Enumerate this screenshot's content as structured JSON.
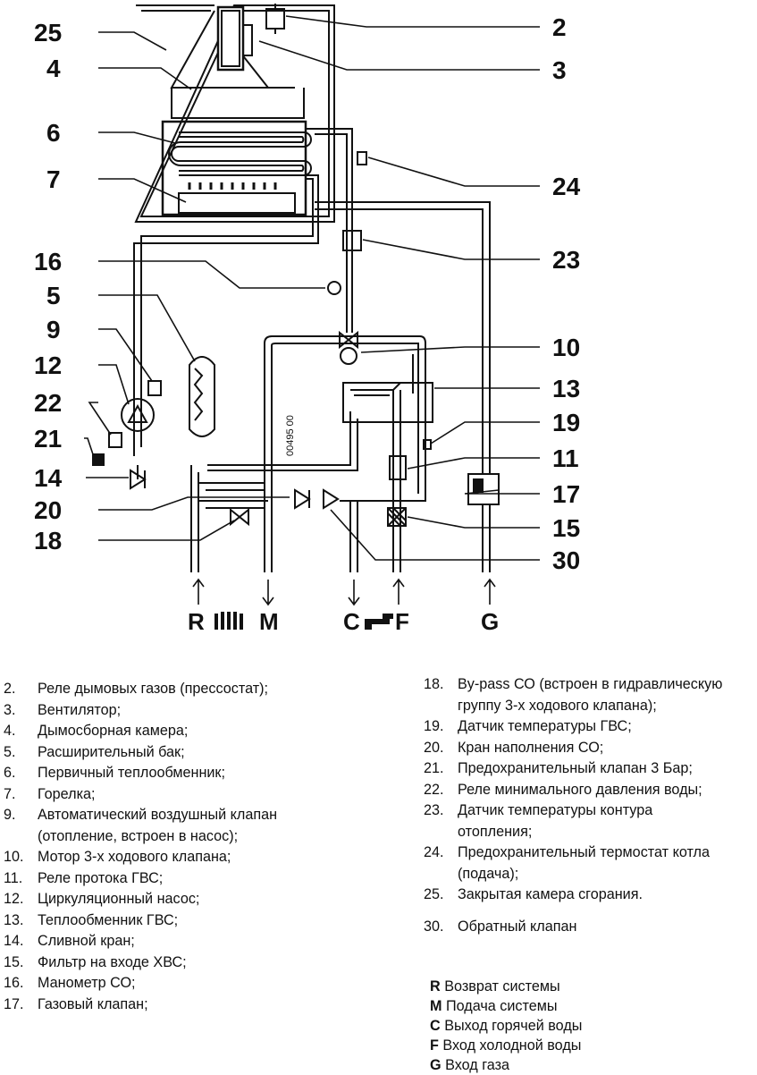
{
  "diagram": {
    "callouts": [
      "25",
      "4",
      "6",
      "7",
      "16",
      "5",
      "9",
      "12",
      "22",
      "21",
      "14",
      "20",
      "18",
      "2",
      "3",
      "24",
      "23",
      "10",
      "13",
      "19",
      "11",
      "17",
      "15",
      "30"
    ],
    "code": "00495 00",
    "ports": {
      "r": "R",
      "m": "M",
      "c": "C",
      "f": "F",
      "g": "G"
    }
  },
  "legend_left": [
    {
      "num": "2.",
      "text": "Реле дымовых газов (прессостат);"
    },
    {
      "num": "3.",
      "text": "Вентилятор;"
    },
    {
      "num": "4.",
      "text": "Дымосборная камера;"
    },
    {
      "num": "5.",
      "text": "Расширительный бак;"
    },
    {
      "num": "6.",
      "text": "Первичный теплообменник;"
    },
    {
      "num": "7.",
      "text": "Горелка;"
    },
    {
      "num": "9.",
      "text": "Автоматический воздушный клапан (отопление, встроен в насос);"
    },
    {
      "num": "10.",
      "text": "Мотор 3-х ходового клапана;"
    },
    {
      "num": "11.",
      "text": "Реле протока ГВС;"
    },
    {
      "num": "12.",
      "text": "Циркуляционный насос;"
    },
    {
      "num": "13.",
      "text": "Теплообменник ГВС;"
    },
    {
      "num": "14.",
      "text": "Сливной кран;"
    },
    {
      "num": "15.",
      "text": "Фильтр на входе ХВС;"
    },
    {
      "num": "16.",
      "text": "Манометр СО;"
    },
    {
      "num": "17.",
      "text": "Газовый клапан;"
    }
  ],
  "legend_right": [
    {
      "num": "18.",
      "text": "By-pass СО (встроен в гидравлическую группу 3-х ходового клапана);"
    },
    {
      "num": "19.",
      "text": "Датчик температуры ГВС;"
    },
    {
      "num": "20.",
      "text": "Кран наполнения СО;"
    },
    {
      "num": "21.",
      "text": "Предохранительный клапан 3 Бар;"
    },
    {
      "num": "22.",
      "text": "Реле минимального давления воды;"
    },
    {
      "num": "23.",
      "text": "Датчик температуры контура отопления;"
    },
    {
      "num": "24.",
      "text": "Предохранительный термостат котла (подача);"
    },
    {
      "num": "25.",
      "text": "Закрытая камера сгорания."
    },
    {
      "num": "30.",
      "text": "Обратный клапан"
    }
  ],
  "ports_legend": [
    {
      "key": "R",
      "text": "Возврат системы"
    },
    {
      "key": "M",
      "text": "Подача системы"
    },
    {
      "key": "C",
      "text": "Выход горячей воды"
    },
    {
      "key": "F",
      "text": "Вход холодной воды"
    },
    {
      "key": "G",
      "text": "Вход газа"
    }
  ]
}
